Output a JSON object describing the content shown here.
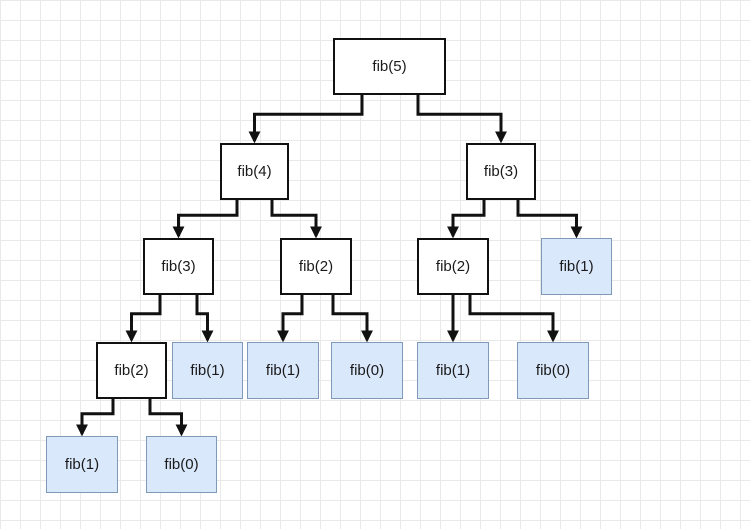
{
  "diagram": {
    "type": "recursion-tree",
    "colors": {
      "internal_fill": "#ffffff",
      "leaf_fill": "#dae8fc",
      "edge": "#111111"
    },
    "nodes": [
      {
        "id": "n5",
        "label": "fib(5)",
        "leaf": false
      },
      {
        "id": "n4",
        "label": "fib(4)",
        "leaf": false
      },
      {
        "id": "n3r",
        "label": "fib(3)",
        "leaf": false
      },
      {
        "id": "n3l",
        "label": "fib(3)",
        "leaf": false
      },
      {
        "id": "n2m",
        "label": "fib(2)",
        "leaf": false
      },
      {
        "id": "n2r",
        "label": "fib(2)",
        "leaf": false
      },
      {
        "id": "n1rr",
        "label": "fib(1)",
        "leaf": true
      },
      {
        "id": "n2ll",
        "label": "fib(2)",
        "leaf": false
      },
      {
        "id": "n1l",
        "label": "fib(1)",
        "leaf": true
      },
      {
        "id": "n1m",
        "label": "fib(1)",
        "leaf": true
      },
      {
        "id": "n0m",
        "label": "fib(0)",
        "leaf": true
      },
      {
        "id": "n1r",
        "label": "fib(1)",
        "leaf": true
      },
      {
        "id": "n0r",
        "label": "fib(0)",
        "leaf": true
      },
      {
        "id": "n1b",
        "label": "fib(1)",
        "leaf": true
      },
      {
        "id": "n0b",
        "label": "fib(0)",
        "leaf": true
      }
    ],
    "edges": [
      [
        "n5",
        "n4"
      ],
      [
        "n5",
        "n3r"
      ],
      [
        "n4",
        "n3l"
      ],
      [
        "n4",
        "n2m"
      ],
      [
        "n3r",
        "n2r"
      ],
      [
        "n3r",
        "n1rr"
      ],
      [
        "n3l",
        "n2ll"
      ],
      [
        "n3l",
        "n1l"
      ],
      [
        "n2m",
        "n1m"
      ],
      [
        "n2m",
        "n0m"
      ],
      [
        "n2r",
        "n1r"
      ],
      [
        "n2r",
        "n0r"
      ],
      [
        "n2ll",
        "n1b"
      ],
      [
        "n2ll",
        "n0b"
      ]
    ]
  }
}
